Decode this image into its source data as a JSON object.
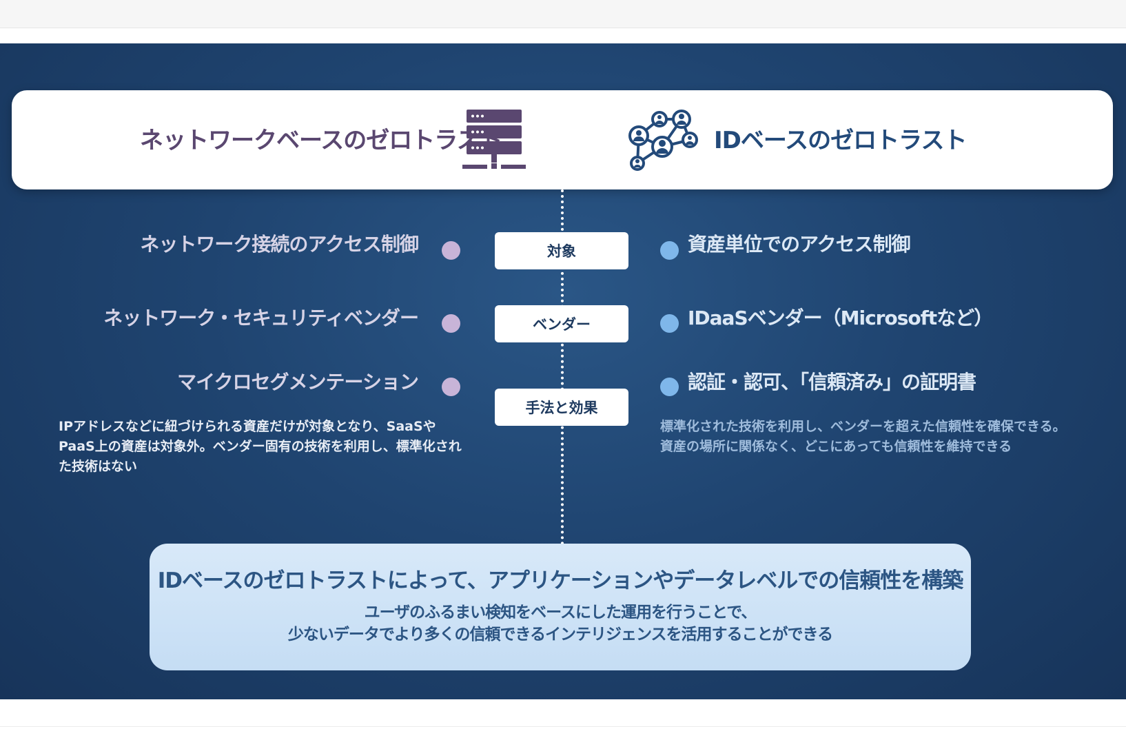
{
  "header": {
    "left_title": "ネットワークベースのゼロトラスト",
    "right_title": "IDベースのゼロトラスト",
    "left_icon": "server-stack-icon",
    "right_icon": "identity-network-icon"
  },
  "rows": [
    {
      "label": "対象",
      "left": "ネットワーク接続のアクセス制御",
      "right": "資産単位でのアクセス制御"
    },
    {
      "label": "ベンダー",
      "left": "ネットワーク・セキュリティベンダー",
      "right": "IDaaSベンダー（Microsoftなど）"
    },
    {
      "label": "手法と効果",
      "left": "マイクロセグメンテーション",
      "right": "認証・認可、「信頼済み」の証明書",
      "left_desc": "IPアドレスなどに紐づけられる資産だけが対象となり、SaaSやPaaS上の資産は対象外。ベンダー固有の技術を利用し、標準化された技術はない",
      "right_desc": "標準化された技術を利用し、ベンダーを超えた信頼性を確保できる。資産の場所に関係なく、どこにあっても信頼性を維持できる"
    }
  ],
  "conclusion": {
    "title": "IDベースのゼロトラストによって、アプリケーションやデータレベルでの信頼性を構築",
    "line1": "ユーザのふるまい検知をベースにした運用を行うことで、",
    "line2": "少ないデータでより多くの信頼できるインテリジェンスを活用することができる"
  },
  "colors": {
    "background": "#1f4470",
    "left_dot": "#c8b4d8",
    "right_dot": "#7fb7ea",
    "left_title": "#5a4770",
    "right_title": "#234a7a"
  }
}
